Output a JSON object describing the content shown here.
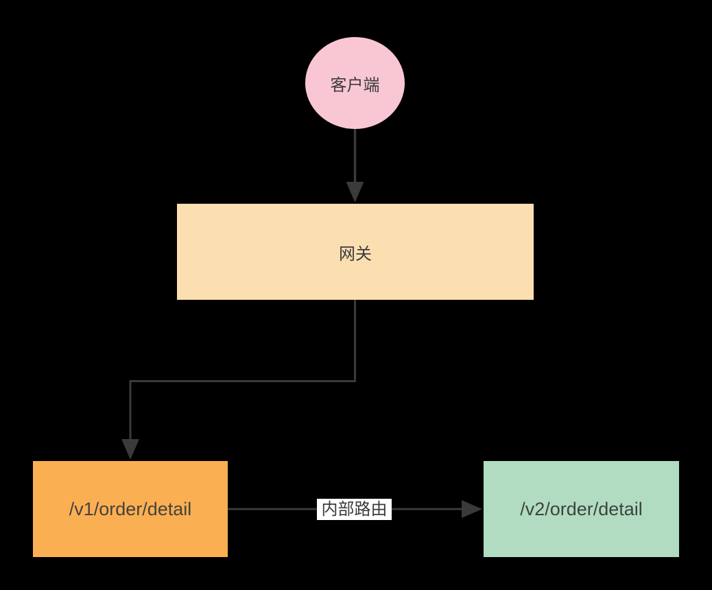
{
  "diagram": {
    "background": "#000000",
    "connector_color": "#3a3a3a",
    "nodes": {
      "client": {
        "label": "客户端",
        "shape": "circle",
        "fill": "#f9c7d3",
        "text_color": "#3a3a3e"
      },
      "gateway": {
        "label": "网关",
        "shape": "rectangle",
        "fill": "#fcdfb1",
        "text_color": "#3a3a3e"
      },
      "v1": {
        "label": "/v1/order/detail",
        "shape": "rectangle",
        "fill": "#fbaf53",
        "text_color": "#46423b"
      },
      "v2": {
        "label": "/v2/order/detail",
        "shape": "rectangle",
        "fill": "#b2dcc1",
        "text_color": "#3c443f"
      }
    },
    "edge_label": {
      "text": "内部路由",
      "fill": "#ffffff",
      "text_color": "#3a3a3e"
    }
  }
}
